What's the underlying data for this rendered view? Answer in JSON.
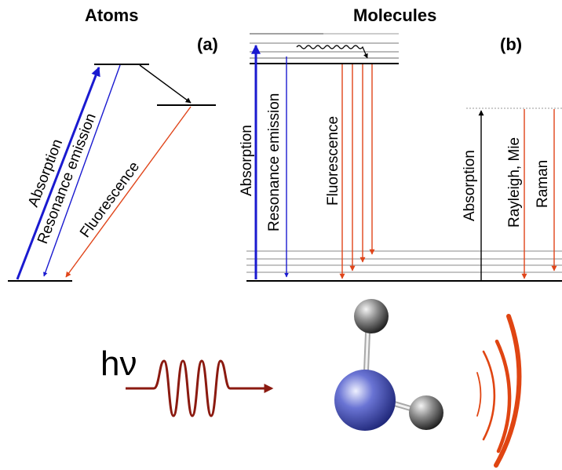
{
  "panel_a": {
    "title": "Atoms",
    "tag": "(a)",
    "labels": {
      "absorption": "Absorption",
      "resonance": "Resonance emission",
      "fluorescence": "Fluorescence"
    }
  },
  "panel_b": {
    "title": "Molecules",
    "tag": "(b)",
    "labels": {
      "absorption": "Absorption",
      "resonance": "Resonance emission",
      "fluorescence": "Fluorescence",
      "absorption2": "Absorption",
      "rayleigh": "Rayleigh, Mie",
      "raman": "Raman"
    }
  },
  "photon": {
    "label": "hν"
  },
  "colors": {
    "absorption": "#1a1ad0",
    "emission": "#e0451a",
    "wave": "#8b1a10",
    "scatter": "#e04512",
    "atom": "#3a46b0"
  }
}
